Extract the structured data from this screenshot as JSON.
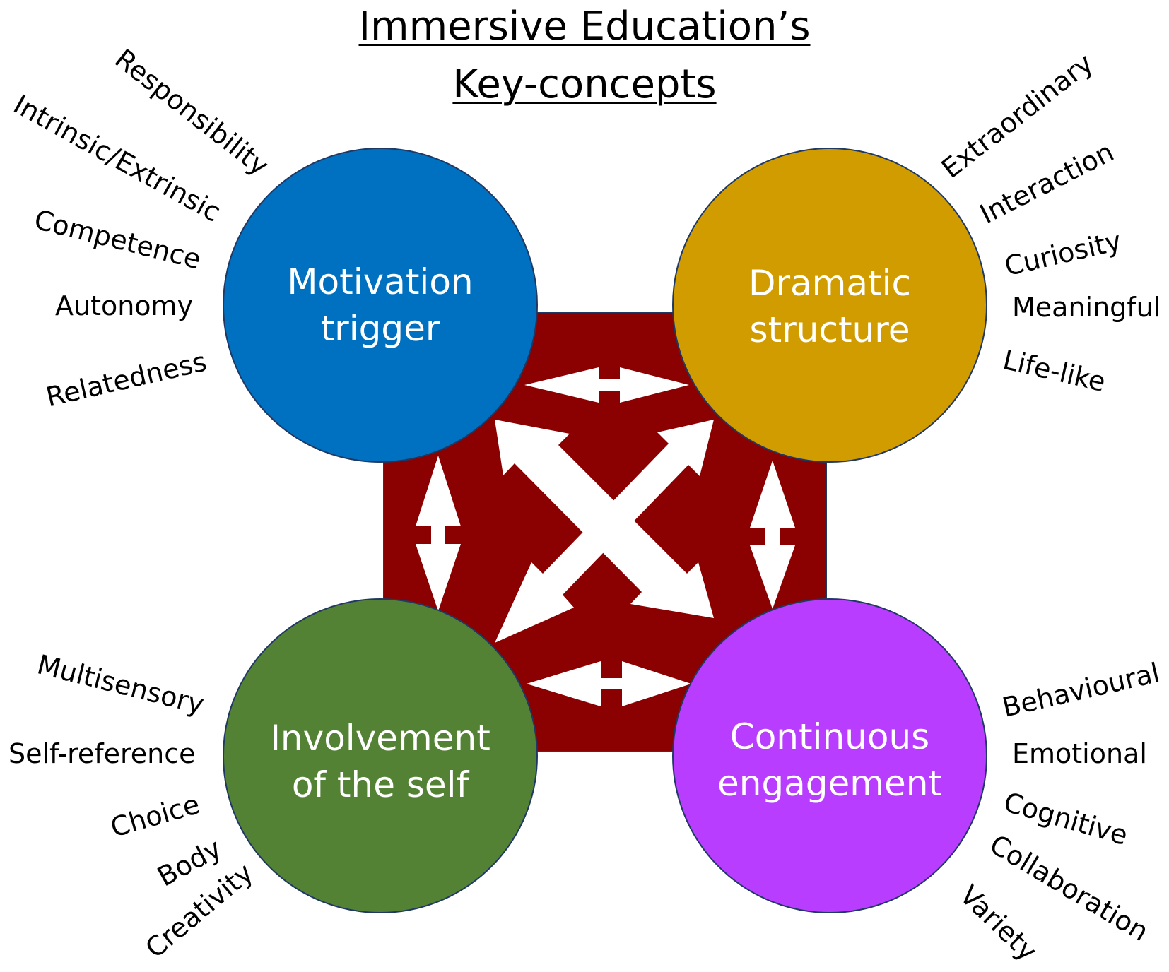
{
  "title": {
    "line1": "Immersive Education’s",
    "line2": "Key-concepts"
  },
  "colors": {
    "square": "#8b0000",
    "arrow": "#ffffff",
    "motivation": "#0070c0",
    "dramatic": "#d09c00",
    "involvement": "#548235",
    "engagement": "#b83dff",
    "circle_stroke": "#1f3864"
  },
  "circles": {
    "motivation": {
      "line1": "Motivation",
      "line2": "trigger"
    },
    "dramatic": {
      "line1": "Dramatic",
      "line2": "structure"
    },
    "involvement": {
      "line1": "Involvement",
      "line2": "of the self"
    },
    "engagement": {
      "line1": "Continuous",
      "line2": "engagement"
    }
  },
  "keywords": {
    "motivation": [
      "Responsibility",
      "Intrinsic/Extrinsic",
      "Competence",
      "Autonomy",
      "Relatedness"
    ],
    "dramatic": [
      "Extraordinary",
      "Interaction",
      "Curiosity",
      "Meaningful",
      "Life-like"
    ],
    "involvement": [
      "Multisensory",
      "Self-reference",
      "Choice",
      "Body",
      "Creativity"
    ],
    "engagement": [
      "Behavioural",
      "Emotional",
      "Cognitive",
      "Collaboration",
      "Variety"
    ]
  }
}
